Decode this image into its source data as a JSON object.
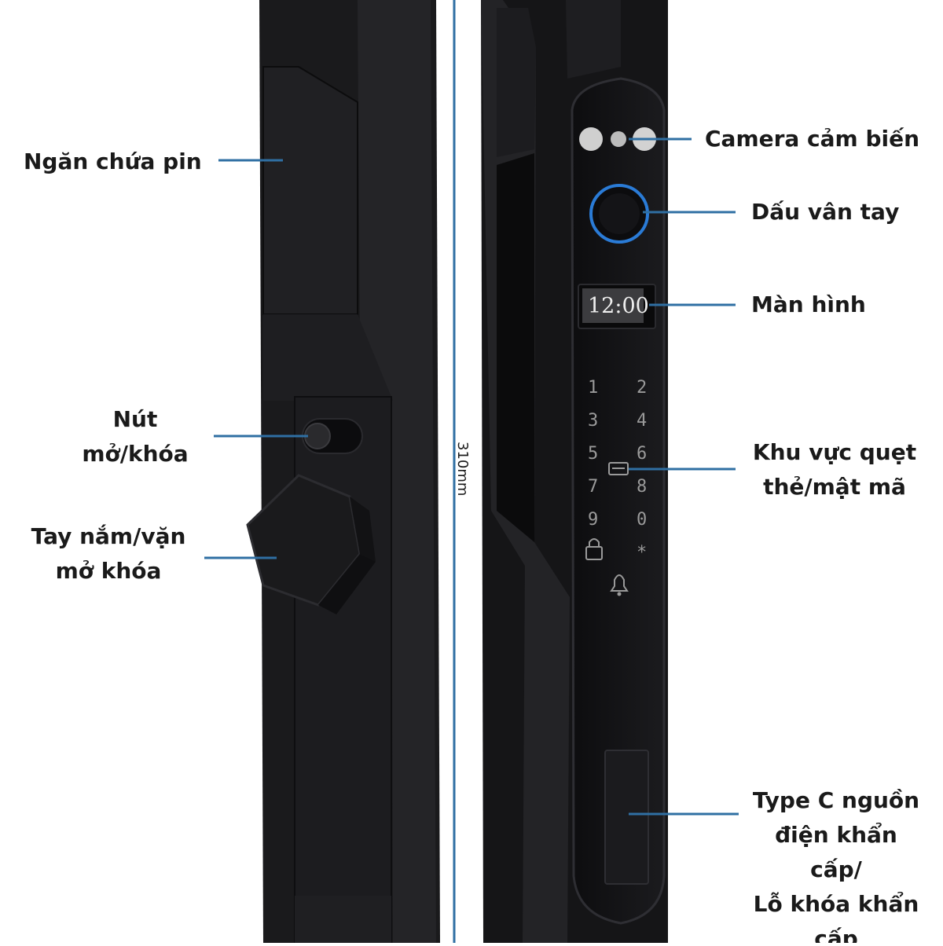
{
  "labels": {
    "battery": "Ngăn chứa pin",
    "button_line1": "Nút",
    "button_line2": "mở/khóa",
    "handle_line1": "Tay nắm/vặn",
    "handle_line2": "mở khóa",
    "camera": "Camera cảm biến",
    "fingerprint": "Dấu vân tay",
    "screen": "Màn hình",
    "keypad_line1": "Khu vực quẹt",
    "keypad_line2": "thẻ/mật mã",
    "typec_line1": "Type C nguồn",
    "typec_line2": "điện khẩn",
    "typec_line3": "cấp/",
    "typec_line4": "Lỗ khóa khẩn",
    "typec_line5": "cấp"
  },
  "dimension": "310mm",
  "display": {
    "time": "12:00"
  },
  "keypad": {
    "keys": [
      "1",
      "2",
      "3",
      "4",
      "5",
      "6",
      "7",
      "8",
      "9",
      "0",
      "*"
    ]
  },
  "colors": {
    "leader_line": "#2f6fa3",
    "lock_body": "#1c1c1e",
    "fingerprint_ring": "#2a7bd6"
  },
  "icons": [
    "lock-icon",
    "bell-icon",
    "card-icon",
    "fingerprint-icon"
  ]
}
